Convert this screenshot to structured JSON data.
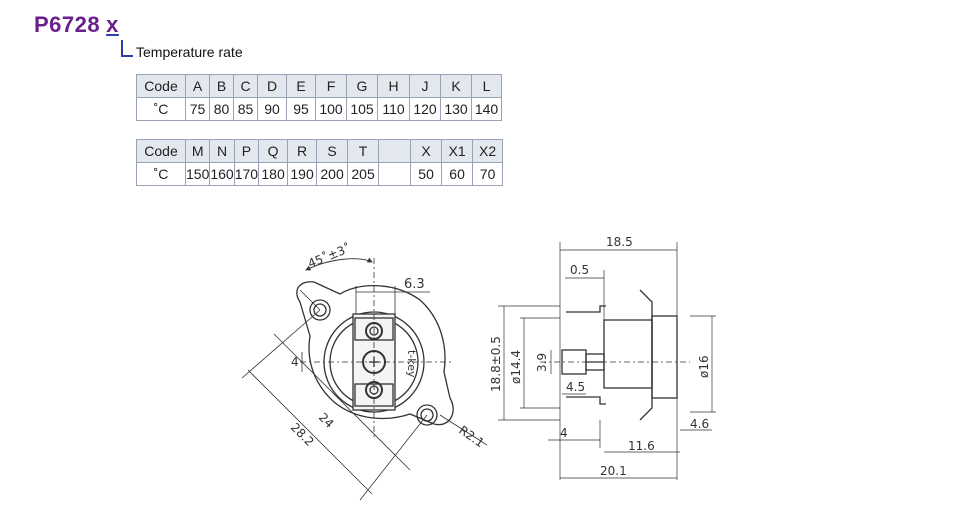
{
  "product": {
    "model": "P6728",
    "suffix": "x",
    "suffix_label": "Temperature rate"
  },
  "table1": {
    "header": [
      "Code",
      "A",
      "B",
      "C",
      "D",
      "E",
      "F",
      "G",
      "H",
      "J",
      "K",
      "L"
    ],
    "values": [
      "˚C",
      "75",
      "80",
      "85",
      "90",
      "95",
      "100",
      "105",
      "110",
      "120",
      "130",
      "140"
    ]
  },
  "table2": {
    "header": [
      "Code",
      "M",
      "N",
      "P",
      "Q",
      "R",
      "S",
      "T",
      "",
      "X",
      "X1",
      "X2"
    ],
    "values": [
      "˚C",
      "150",
      "160",
      "170",
      "180",
      "190",
      "200",
      "205",
      "",
      "50",
      "60",
      "70"
    ]
  },
  "front_view": {
    "angle": "45˚±3˚",
    "width_63": "6.3",
    "dim_4": "4",
    "dim_24": "24",
    "dim_282": "28.2",
    "radius": "R2.1",
    "key_label": "t-key"
  },
  "side_view": {
    "overall_top": "18.5",
    "offset_05": "0.5",
    "height_188": "18.8±0.5",
    "dia_144": "ø14.4",
    "dim_39": "3.9",
    "dim_45": "4.5",
    "dim_4": "4",
    "dim_116": "11.6",
    "dim_46": "4.6",
    "dia_16": "ø16",
    "overall_bottom": "20.1"
  }
}
